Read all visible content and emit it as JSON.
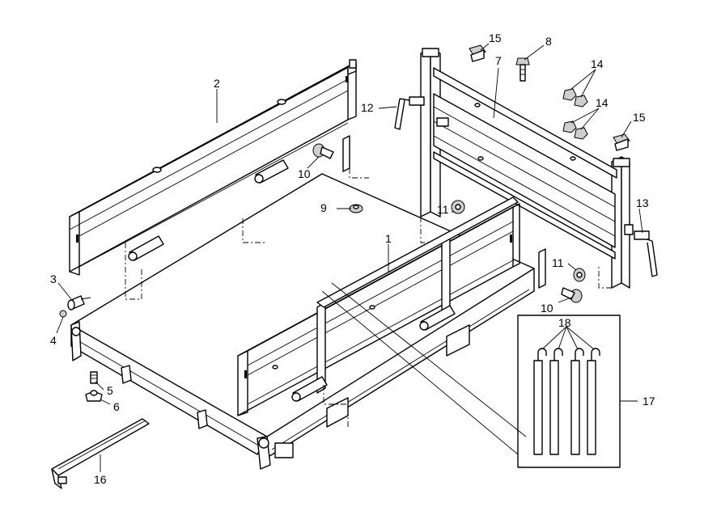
{
  "diagram": {
    "callouts": [
      {
        "id": "label-1",
        "text": "1"
      },
      {
        "id": "label-2",
        "text": "2"
      },
      {
        "id": "label-3",
        "text": "3"
      },
      {
        "id": "label-4",
        "text": "4"
      },
      {
        "id": "label-5",
        "text": "5"
      },
      {
        "id": "label-6",
        "text": "6"
      },
      {
        "id": "label-7",
        "text": "7"
      },
      {
        "id": "label-8",
        "text": "8"
      },
      {
        "id": "label-9",
        "text": "9"
      },
      {
        "id": "label-10a",
        "text": "10"
      },
      {
        "id": "label-10b",
        "text": "10"
      },
      {
        "id": "label-11a",
        "text": "11"
      },
      {
        "id": "label-11b",
        "text": "11"
      },
      {
        "id": "label-12",
        "text": "12"
      },
      {
        "id": "label-13",
        "text": "13"
      },
      {
        "id": "label-14a",
        "text": "14"
      },
      {
        "id": "label-14b",
        "text": "14"
      },
      {
        "id": "label-15a",
        "text": "15"
      },
      {
        "id": "label-15b",
        "text": "15"
      },
      {
        "id": "label-16",
        "text": "16"
      },
      {
        "id": "label-17",
        "text": "17"
      },
      {
        "id": "label-18",
        "text": "18"
      }
    ]
  }
}
